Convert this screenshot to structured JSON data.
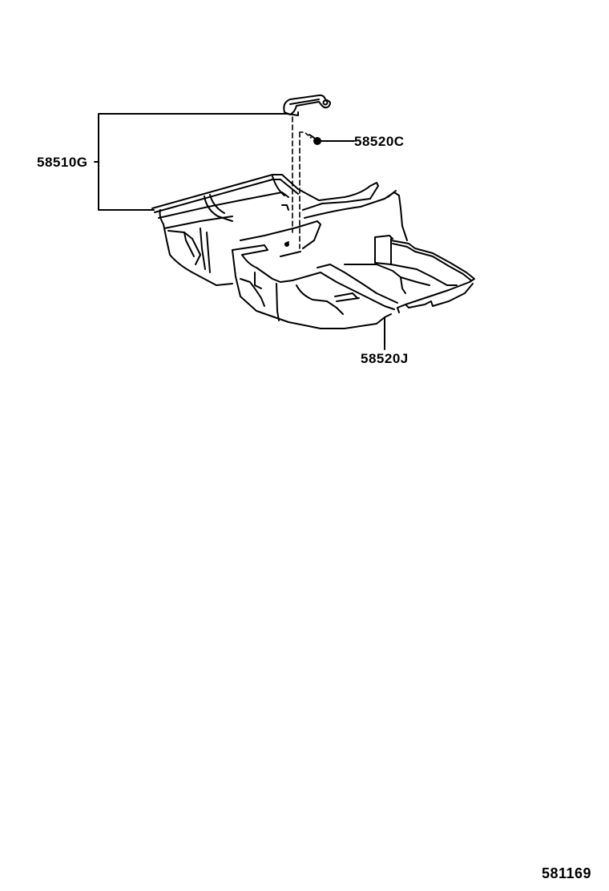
{
  "diagram": {
    "type": "parts-exploded-view",
    "background": "#ffffff",
    "line_color": "#000000",
    "parts": [
      {
        "id": "clip",
        "label": "58510G",
        "description": "carpet retainer clip (upper) and front carpet assembly leader"
      },
      {
        "id": "fastener",
        "label": "58520C",
        "description": "clip / grommet fastener"
      },
      {
        "id": "carpet",
        "label": "58520J",
        "description": "floor carpet assembly"
      }
    ],
    "labels": {
      "p58510G": "58510G",
      "p58520C": "58520C",
      "p58520J": "58520J"
    },
    "figure_number": "581169"
  }
}
